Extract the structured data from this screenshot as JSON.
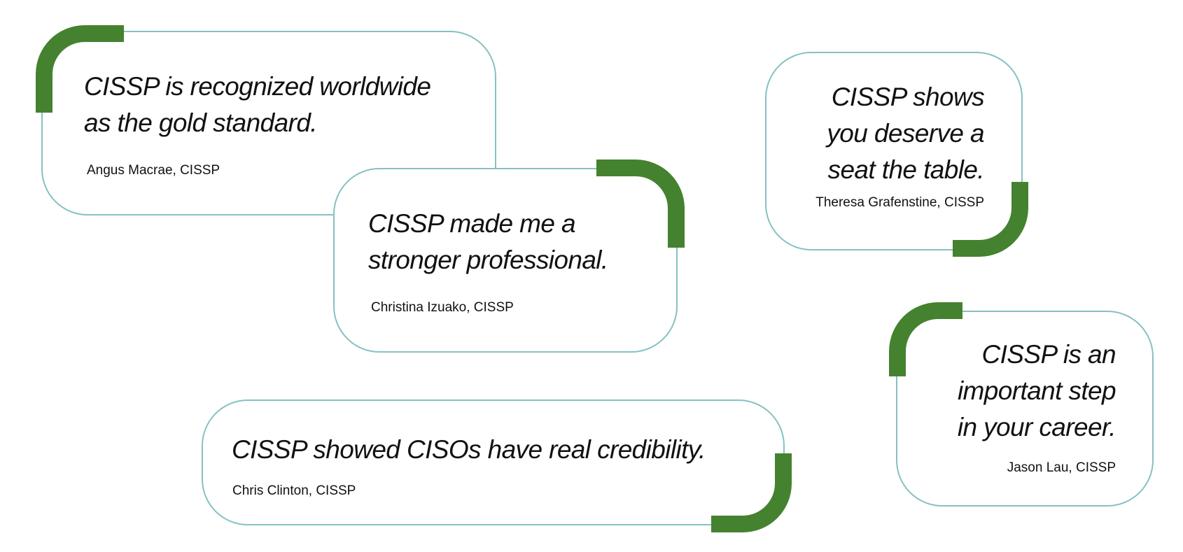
{
  "colors": {
    "accent": "#44822f",
    "border": "#86c1c1"
  },
  "testimonials": [
    {
      "quote_lines": [
        "CISSP is recognized worldwide",
        "as the gold standard."
      ],
      "author": "Angus Macrae, CISSP"
    },
    {
      "quote_lines": [
        "CISSP made me a",
        "stronger professional."
      ],
      "author": "Christina Izuako, CISSP"
    },
    {
      "quote_lines": [
        "CISSP shows",
        "you deserve a",
        "seat the table."
      ],
      "author": "Theresa Grafenstine, CISSP"
    },
    {
      "quote_lines": [
        "CISSP is an",
        "important step",
        "in your career."
      ],
      "author": "Jason Lau, CISSP"
    },
    {
      "quote_lines": [
        "CISSP showed CISOs have real credibility."
      ],
      "author": "Chris Clinton, CISSP"
    }
  ]
}
